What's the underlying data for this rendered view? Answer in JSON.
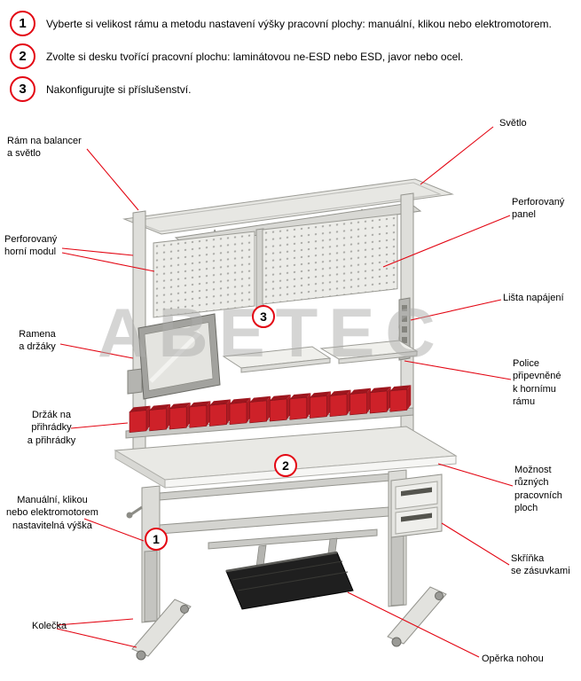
{
  "steps": [
    {
      "number": "1",
      "text": "Vyberte si velikost rámu a metodu nastavení výšky pracovní plochy: manuální, klikou nebo elektromotorem."
    },
    {
      "number": "2",
      "text": "Zvolte si desku tvořící pracovní plochu: laminátovou ne-ESD nebo ESD, javor nebo ocel."
    },
    {
      "number": "3",
      "text": "Nakonfigurujte si příslušenství."
    }
  ],
  "markers": [
    {
      "number": "1"
    },
    {
      "number": "2"
    },
    {
      "number": "3"
    }
  ],
  "callouts_left": [
    {
      "text": "Rám na balancer\na světlo"
    },
    {
      "text": "Perforovaný\nhorní modul"
    },
    {
      "text": "Ramena\na držáky"
    },
    {
      "text": "Držák na\npřihrádky\na přihrádky"
    },
    {
      "text": "Manuální, klikou\nnebo elektromotorem\nnastavitelná výška"
    },
    {
      "text": "Kolečka"
    }
  ],
  "callouts_right": [
    {
      "text": "Světlo"
    },
    {
      "text": "Perforovaný\npanel"
    },
    {
      "text": "Lišta napájení"
    },
    {
      "text": "Police\npřipevněné\nk hornímu\nrámu"
    },
    {
      "text": "Možnost\nrůzných\npracovních\nploch"
    },
    {
      "text": "Skříňka\nse zásuvkami"
    },
    {
      "text": "Opěrka nohou"
    }
  ],
  "watermark": {
    "text": "ABETEC"
  },
  "colors": {
    "accent_red": "#e30613",
    "bin_red": "#ce2129",
    "frame_gray": "#dededa",
    "footrest_black": "#1f1f1f",
    "watermark_gray": "#adadab",
    "text": "#000000"
  }
}
